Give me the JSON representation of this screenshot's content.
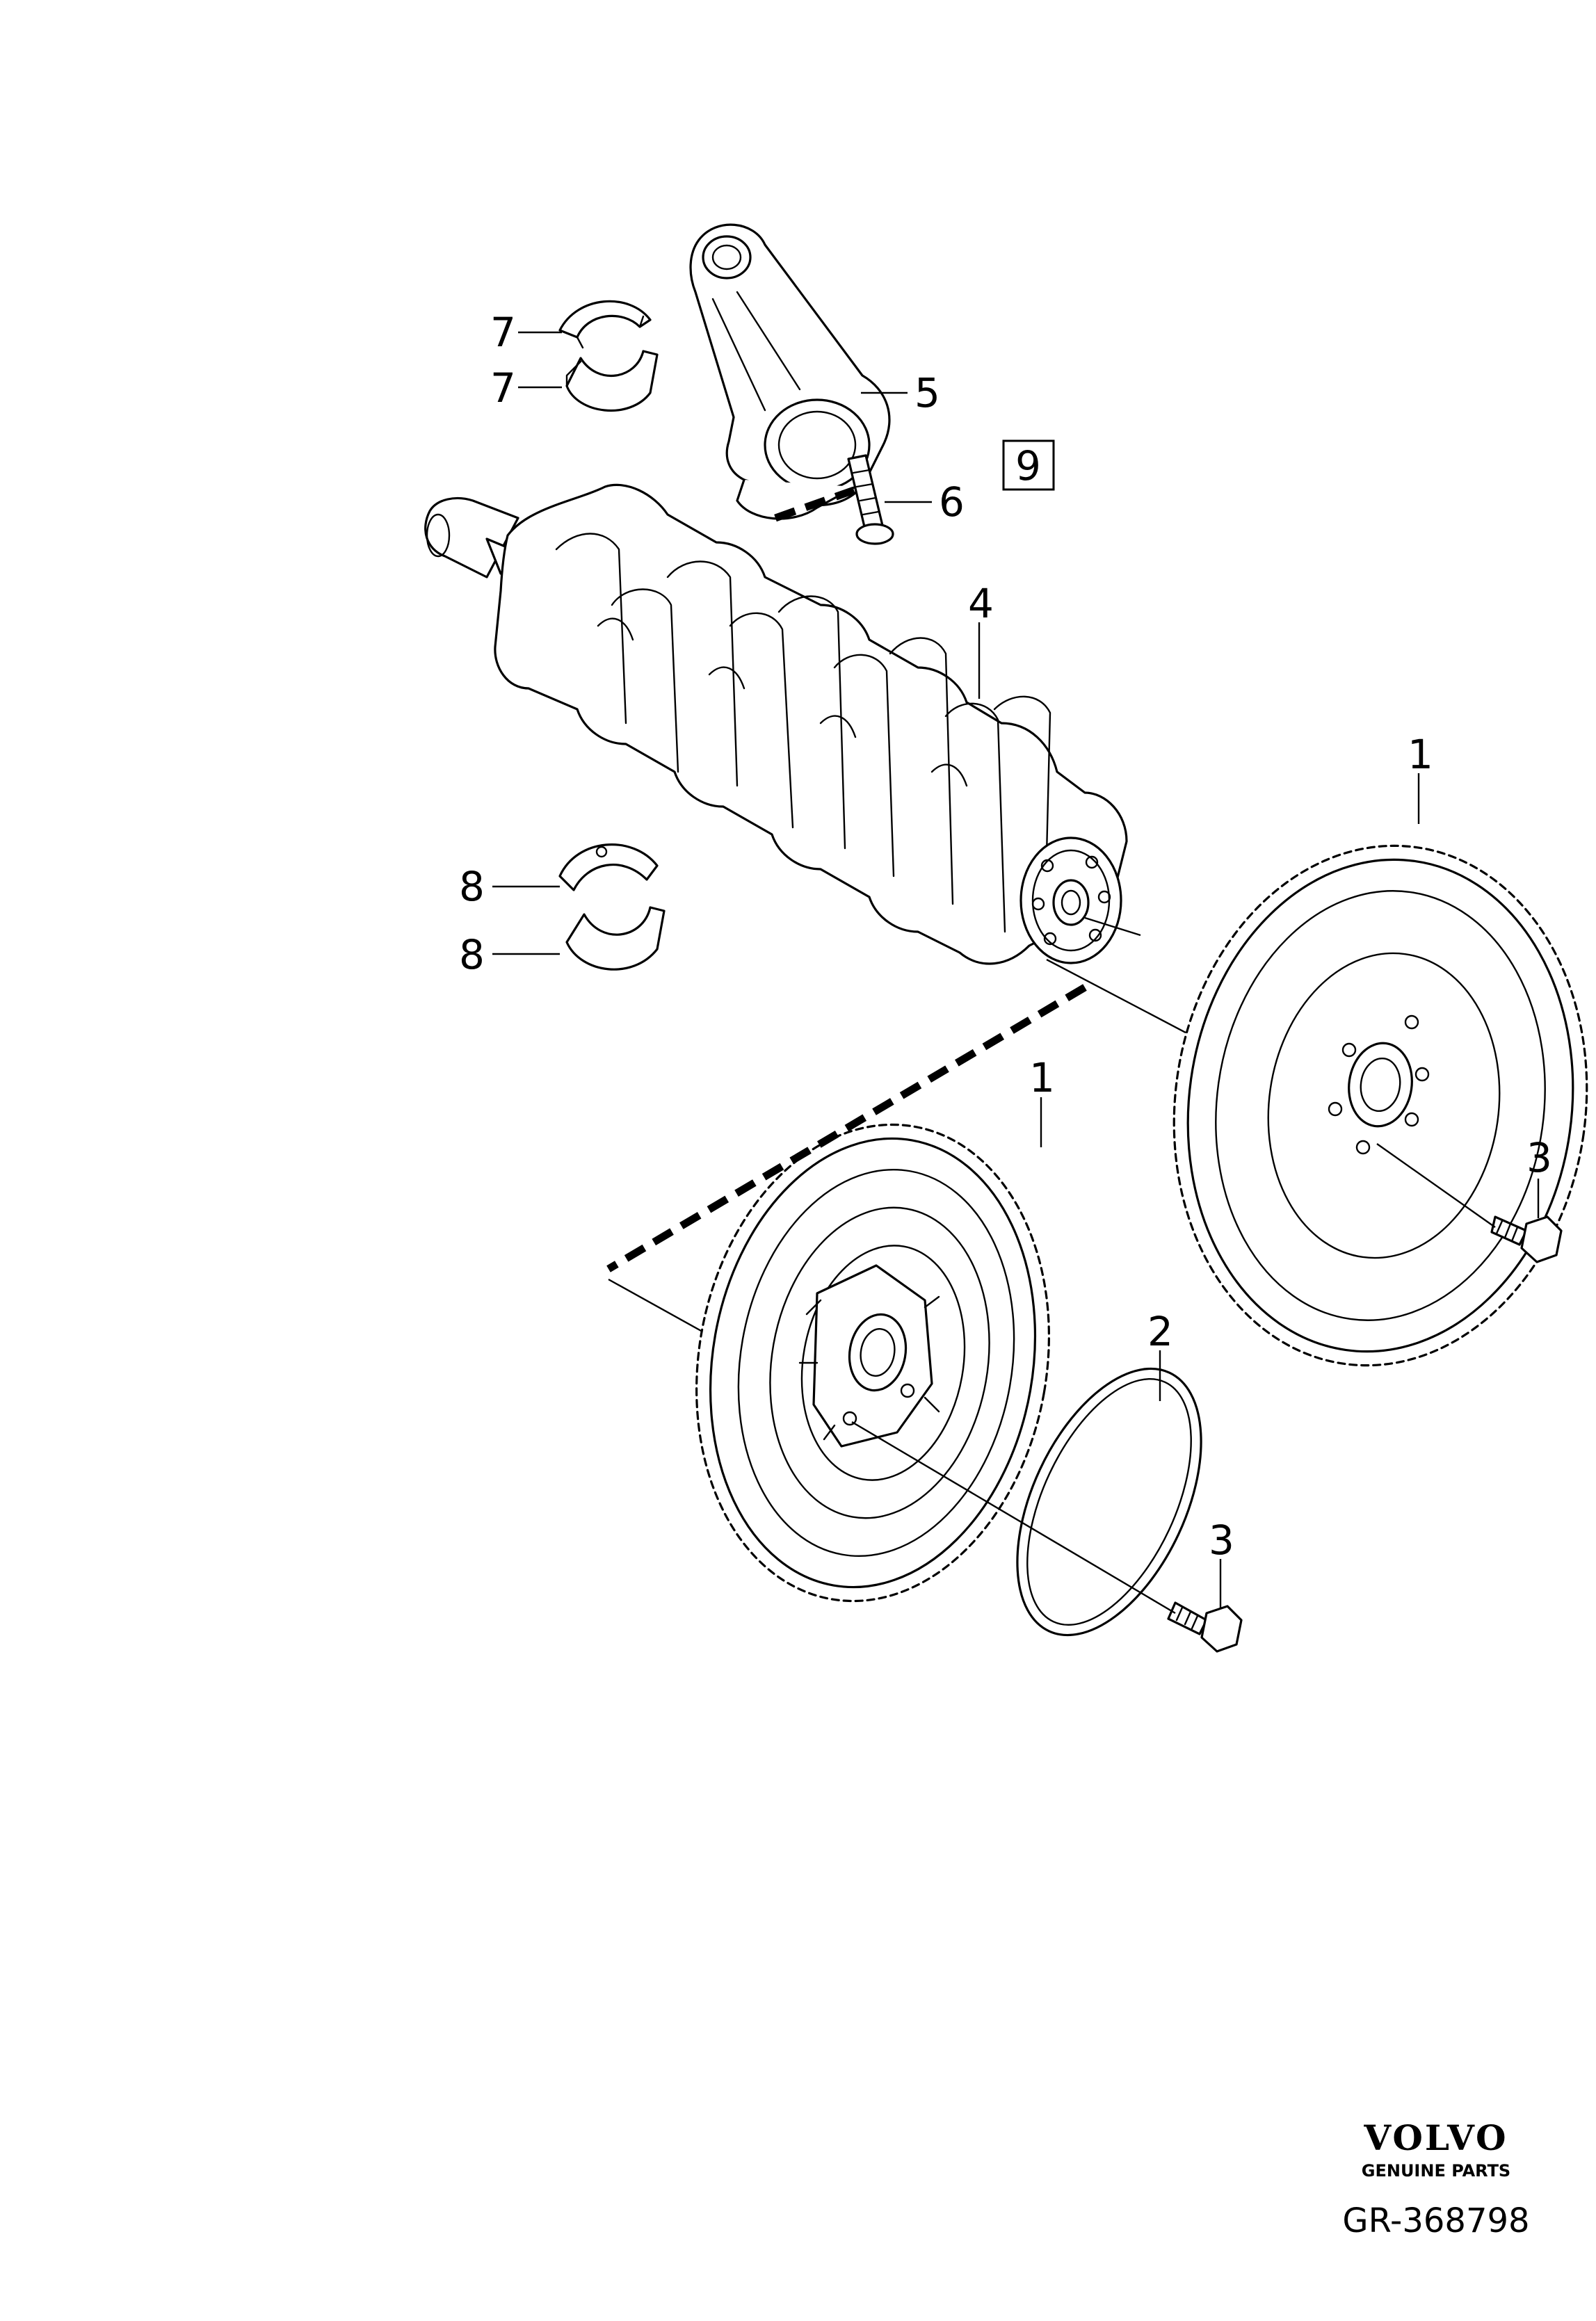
{
  "callouts": {
    "c7a": "7",
    "c7b": "7",
    "c5": "5",
    "c6": "6",
    "c9": "9",
    "c4": "4",
    "c1a": "1",
    "c8a": "8",
    "c8b": "8",
    "c1b": "1",
    "c3a": "3",
    "c2": "2",
    "c3b": "3"
  },
  "footer": {
    "brand": "VOLVO",
    "tagline": "GENUINE PARTS",
    "drawing_number": "GR-368798"
  },
  "colors": {
    "line": "#000000",
    "background": "#ffffff"
  }
}
